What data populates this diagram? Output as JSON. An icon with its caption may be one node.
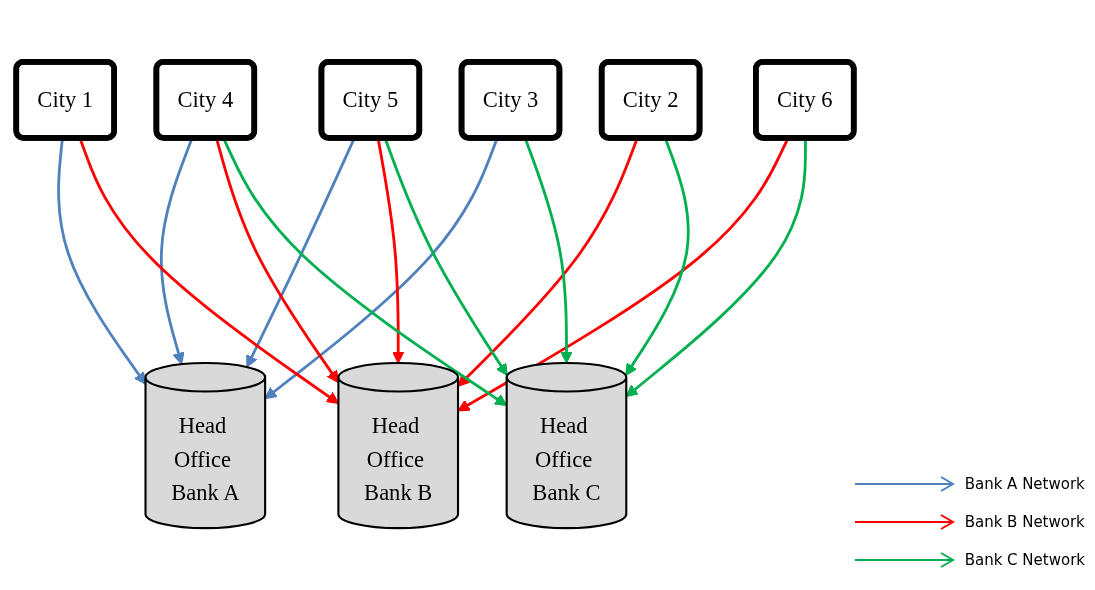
{
  "diagram": {
    "nodes": [
      {
        "text": [
          "Head Office Bank A"
        ]
      },
      {
        "text": [
          "City 4"
        ]
      },
      {
        "text": [
          "City 5"
        ]
      },
      {
        "text": [
          "City 1"
        ]
      },
      {
        "text": [
          "City 2"
        ]
      },
      {
        "text": [
          "Head Office Bank C"
        ]
      },
      {
        "text": [
          "Head Office Bank B"
        ]
      },
      {
        "text": [
          "City 3"
        ]
      },
      {
        "text": [
          "City 6"
        ]
      }
    ],
    "edges": [
      {
        "from": 1,
        "to": 0,
        "arrow": "to",
        "color": "#4f81bd"
      },
      {
        "from": 2,
        "to": 0,
        "arrow": "to",
        "color": "#4f81bd"
      },
      {
        "from": 3,
        "to": 0,
        "arrow": "to",
        "color": "#4f81bd"
      },
      {
        "from": 7,
        "to": 0,
        "arrow": "to",
        "color": "#4f81bd"
      },
      {
        "from": 1,
        "to": 6,
        "arrow": "to",
        "color": "#ff0000"
      },
      {
        "from": 2,
        "to": 6,
        "arrow": "to",
        "color": "#ff0000"
      },
      {
        "from": 3,
        "to": 6,
        "arrow": "to",
        "color": "#ff0000"
      },
      {
        "from": 4,
        "to": 6,
        "arrow": "to",
        "color": "#ff0000"
      },
      {
        "from": 8,
        "to": 6,
        "arrow": "to",
        "color": "#ff0000"
      },
      {
        "from": 4,
        "to": 5,
        "arrow": "to",
        "color": "#00b050"
      },
      {
        "from": 7,
        "to": 5,
        "arrow": "to",
        "color": "#00b050"
      },
      {
        "from": 1,
        "to": 5,
        "arrow": "to",
        "color": "#00b050"
      },
      {
        "from": 2,
        "to": 5,
        "arrow": "to",
        "color": "#00b050"
      },
      {
        "from": 8,
        "to": 5,
        "arrow": "to",
        "color": "#00b050"
      }
    ],
    "legend": [
      {
        "text": "Bank A Network"
      },
      {
        "text": "Bank B Network"
      },
      {
        "text": "Bank C Network"
      }
    ]
  }
}
